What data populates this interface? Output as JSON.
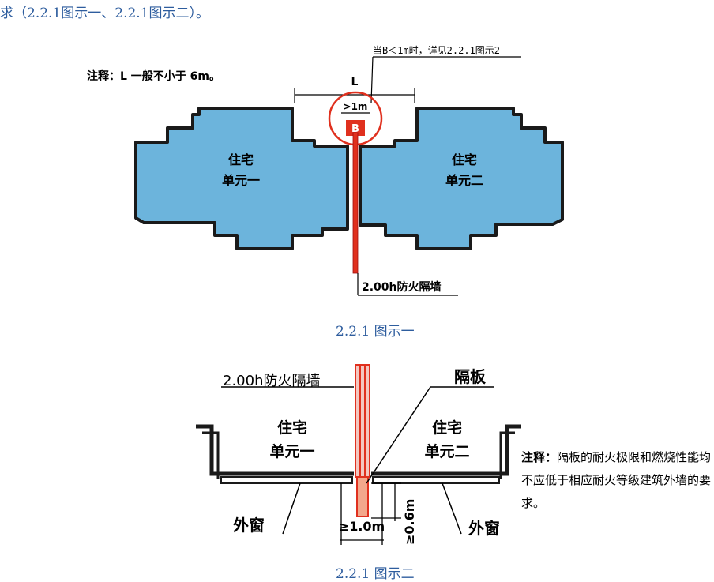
{
  "intro_text": "求（2.2.1图示一、2.2.1图示二）。",
  "figure1": {
    "note": "注释：L 一般不小于 6m。",
    "callout": "当B＜1m时，详见2.2.1图示2",
    "dim_L": "L",
    "dim_1m": ">1m",
    "label_B": "B",
    "unit1_line1": "住宅",
    "unit1_line2": "单元一",
    "unit2_line1": "住宅",
    "unit2_line2": "单元二",
    "wall_label": "2.00h防火隔墙",
    "caption": "2.2.1 图示一"
  },
  "figure2": {
    "wall_label": "2.00h防火隔墙",
    "partition_label": "隔板",
    "unit1_line1": "住宅",
    "unit1_line2": "单元一",
    "unit2_line1": "住宅",
    "unit2_line2": "单元二",
    "window_left": "外窗",
    "window_right": "外窗",
    "dim_width": "≥1.0m",
    "dim_height": "≥0.6m",
    "note_title": "注释：",
    "note_body": "隔板的耐火极限和燃烧性能均不应低于相应耐火等级建筑外墙的要求。",
    "caption": "2.2.1 图示二"
  },
  "colors": {
    "caption_blue": "#2e5d9e",
    "unit_fill": "#6cb4dc",
    "fire_wall_red": "#e0301e"
  }
}
